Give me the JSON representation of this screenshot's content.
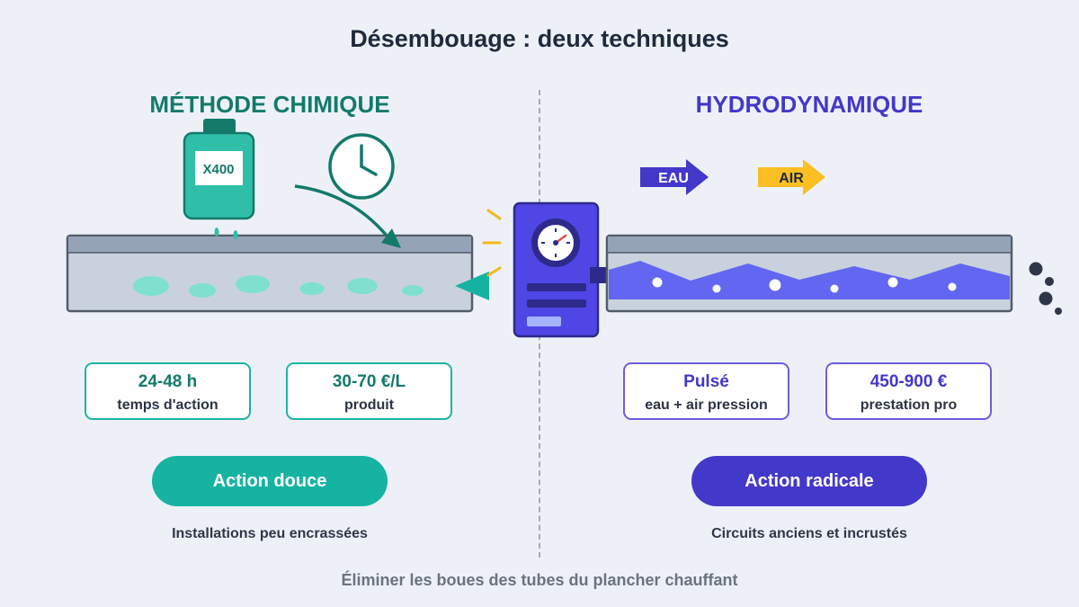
{
  "title": "Désembouage : deux techniques",
  "left": {
    "heading": "MÉTHODE CHIMIQUE",
    "bottle_label": "X400",
    "stats": [
      {
        "value": "24-48 h",
        "label": "temps d'action"
      },
      {
        "value": "30-70 €/L",
        "label": "produit"
      }
    ],
    "button": "Action douce",
    "note": "Installations peu encrassées"
  },
  "right": {
    "heading": "HYDRODYNAMIQUE",
    "arrows": [
      "EAU",
      "AIR"
    ],
    "stats": [
      {
        "value": "Pulsé",
        "label": "eau + air pression"
      },
      {
        "value": "450-900 €",
        "label": "prestation pro"
      }
    ],
    "button": "Action radicale",
    "note": "Circuits anciens et incrustés"
  },
  "caption": "Éliminer les boues des tubes du plancher chauffant",
  "colors": {
    "teal": "#17b3a2",
    "teal_dark": "#137a6a",
    "purple": "#4338ca",
    "machine": "#4f46e5",
    "water_wave": "#6366f1",
    "air_arrow": "#fbbf24",
    "pipe": "#c9d2dc",
    "sludge": "#7fe0d0",
    "background": "#edf1f7"
  },
  "icons": [
    "chemical-bottle-icon",
    "clock-icon",
    "curved-arrow-icon",
    "desludging-machine-icon",
    "pressure-gauge-icon",
    "nozzle-icon",
    "bubbles-icon"
  ]
}
